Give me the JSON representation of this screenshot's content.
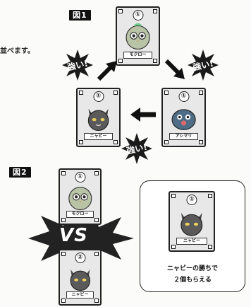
{
  "figure1": {
    "label": "図1",
    "side_text": "並べます。",
    "strong_badge": "強い!",
    "cards": [
      {
        "number": "①",
        "name": "モクロー",
        "art": "owl-icon"
      },
      {
        "number": "①",
        "name": "アシマリ",
        "art": "seal-icon"
      },
      {
        "number": "①",
        "name": "ニャビー",
        "art": "cat-icon"
      }
    ]
  },
  "figure2": {
    "label": "図2",
    "vs_label": "VS",
    "cards": [
      {
        "number": "①",
        "name": "モクロー",
        "art": "owl-icon"
      },
      {
        "number": "②",
        "name": "ニャビー",
        "art": "cat-icon"
      }
    ],
    "callout": {
      "card": {
        "number": "①",
        "name": "ニャビー",
        "art": "cat-icon"
      },
      "text_line1": "ニャビーの勝ちで",
      "text_line2": "２個もらえる"
    }
  },
  "colors": {
    "owl": "#b9c3a6",
    "seal": "#4f6d87",
    "cat": "#5a5a5a",
    "badge": "#1a1a1a"
  }
}
